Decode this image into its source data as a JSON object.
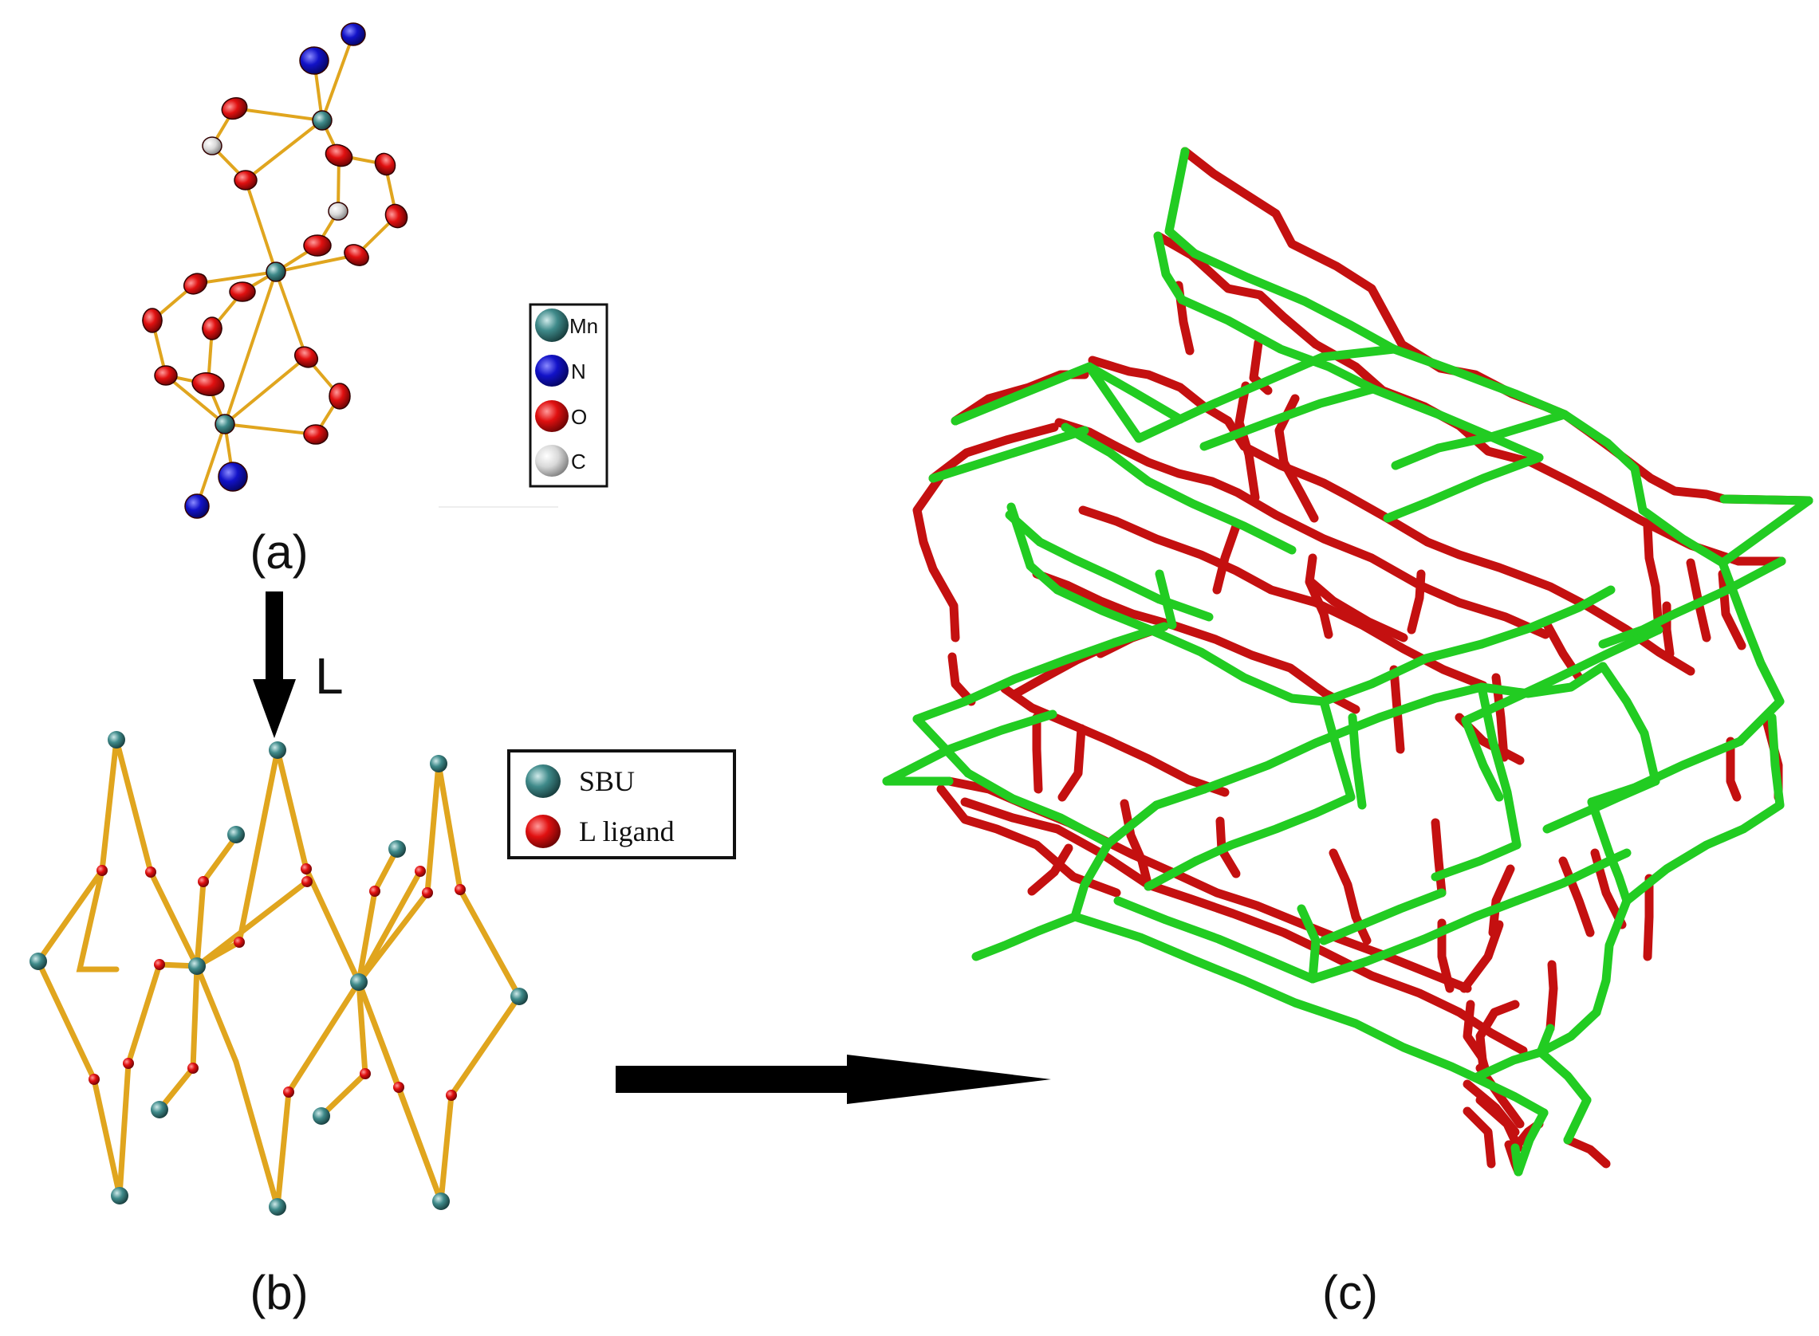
{
  "panels": {
    "a": {
      "label": "(a)"
    },
    "b": {
      "label": "(b)"
    },
    "c": {
      "label": "(c)"
    }
  },
  "arrow_down": {
    "label": "L"
  },
  "legend_atoms": {
    "items": [
      {
        "label": "Mn",
        "color": "#3f8a8a"
      },
      {
        "label": "N",
        "color": "#1212c8"
      },
      {
        "label": "O",
        "color": "#e01010"
      },
      {
        "label": "C",
        "color": "#d9d9d9"
      }
    ]
  },
  "legend_net": {
    "items": [
      {
        "label": "SBU",
        "color": "#3f8a8a"
      },
      {
        "label": "L ligand",
        "color": "#e01010"
      }
    ]
  },
  "colors": {
    "bond": "#e0a51e",
    "framework_green": "#22cc22",
    "framework_red": "#c41010",
    "arrow": "#000000"
  }
}
